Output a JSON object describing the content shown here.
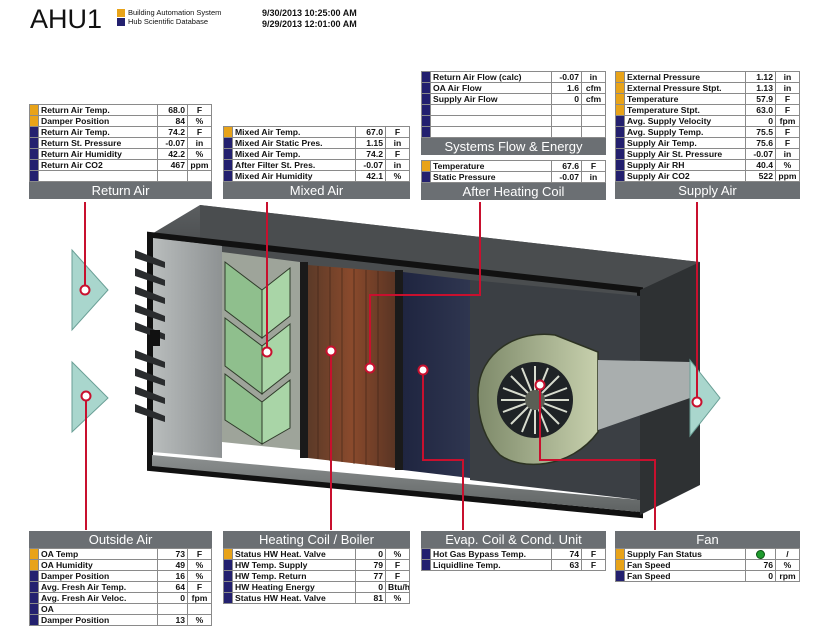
{
  "header": {
    "title": "AHU1",
    "legend_bas": "Building Automation System",
    "legend_hub": "Hub Scientific Database",
    "date_bas": "9/30/2013 10:25:00 AM",
    "date_hub": "9/29/2013 12:01:00 AM"
  },
  "colors": {
    "bas": "#e8a319",
    "hub": "#23206f",
    "bar": "#6b6f73",
    "connector": "#c8102e"
  },
  "return_air": {
    "title": "Return Air",
    "rows": [
      {
        "src": "bas",
        "label": "Return Air Temp.",
        "value": "68.0",
        "unit": "F"
      },
      {
        "src": "bas",
        "label": "Damper Position",
        "value": "84",
        "unit": "%"
      },
      {
        "src": "hub",
        "label": "Return Air Temp.",
        "value": "74.2",
        "unit": "F"
      },
      {
        "src": "hub",
        "label": "Return St. Pressure",
        "value": "-0.07",
        "unit": "in"
      },
      {
        "src": "hub",
        "label": "Return Air Humidity",
        "value": "42.2",
        "unit": "%"
      },
      {
        "src": "hub",
        "label": "Return Air CO2",
        "value": "467",
        "unit": "ppm"
      },
      {
        "src": "hub",
        "label": "",
        "value": "",
        "unit": ""
      }
    ]
  },
  "mixed_air": {
    "title": "Mixed Air",
    "rows": [
      {
        "src": "bas",
        "label": "Mixed Air Temp.",
        "value": "67.0",
        "unit": "F"
      },
      {
        "src": "hub",
        "label": "Mixed Air Static Pres.",
        "value": "1.15",
        "unit": "in"
      },
      {
        "src": "hub",
        "label": "Mixed Air Temp.",
        "value": "74.2",
        "unit": "F"
      },
      {
        "src": "hub",
        "label": "After Filter St. Pres.",
        "value": "-0.07",
        "unit": "in"
      },
      {
        "src": "hub",
        "label": "Mixed Air Humidity",
        "value": "42.1",
        "unit": "%"
      }
    ]
  },
  "systems_flow": {
    "title": "Systems Flow & Energy",
    "rows": [
      {
        "src": "hub",
        "label": "Return Air Flow (calc)",
        "value": "-0.07",
        "unit": "in"
      },
      {
        "src": "hub",
        "label": "OA Air Flow",
        "value": "1.6",
        "unit": "cfm"
      },
      {
        "src": "hub",
        "label": "Supply Air Flow",
        "value": "0",
        "unit": "cfm"
      },
      {
        "src": "hub",
        "label": "",
        "value": "",
        "unit": ""
      },
      {
        "src": "hub",
        "label": "",
        "value": "",
        "unit": ""
      },
      {
        "src": "hub",
        "label": "",
        "value": "",
        "unit": ""
      }
    ]
  },
  "after_heating": {
    "title": "After Heating Coil",
    "rows": [
      {
        "src": "bas",
        "label": "Temperature",
        "value": "67.6",
        "unit": "F"
      },
      {
        "src": "hub",
        "label": "Static Pressure",
        "value": "-0.07",
        "unit": "in"
      }
    ]
  },
  "supply_air": {
    "title": "Supply Air",
    "rows": [
      {
        "src": "bas",
        "label": "External Pressure",
        "value": "1.12",
        "unit": "in"
      },
      {
        "src": "bas",
        "label": "External Pressure Stpt.",
        "value": "1.13",
        "unit": "in"
      },
      {
        "src": "bas",
        "label": "Temperature",
        "value": "57.9",
        "unit": "F"
      },
      {
        "src": "bas",
        "label": "Temperature Stpt.",
        "value": "63.0",
        "unit": "F"
      },
      {
        "src": "hub",
        "label": "Avg. Supply Velocity",
        "value": "0",
        "unit": "fpm"
      },
      {
        "src": "hub",
        "label": "Avg. Supply Temp.",
        "value": "75.5",
        "unit": "F"
      },
      {
        "src": "hub",
        "label": "Supply Air Temp.",
        "value": "75.6",
        "unit": "F"
      },
      {
        "src": "hub",
        "label": "Supply Air St. Pressure",
        "value": "-0.07",
        "unit": "in"
      },
      {
        "src": "hub",
        "label": "Supply Air RH",
        "value": "40.4",
        "unit": "%"
      },
      {
        "src": "hub",
        "label": "Supply Air CO2",
        "value": "522",
        "unit": "ppm"
      }
    ]
  },
  "outside_air": {
    "title": "Outside Air",
    "rows": [
      {
        "src": "bas",
        "label": "OA Temp",
        "value": "73",
        "unit": "F"
      },
      {
        "src": "bas",
        "label": "OA Humidity",
        "value": "49",
        "unit": "%"
      },
      {
        "src": "hub",
        "label": "Damper Position",
        "value": "16",
        "unit": "%"
      },
      {
        "src": "hub",
        "label": "Avg. Fresh Air Temp.",
        "value": "64",
        "unit": "F"
      },
      {
        "src": "hub",
        "label": "Avg. Fresh Air Veloc.",
        "value": "0",
        "unit": "fpm"
      },
      {
        "src": "hub",
        "label": "OA",
        "value": "",
        "unit": ""
      },
      {
        "src": "hub",
        "label": "Damper Position",
        "value": "13",
        "unit": "%"
      }
    ]
  },
  "heating_coil": {
    "title": "Heating Coil / Boiler",
    "rows": [
      {
        "src": "bas",
        "label": "Status HW Heat. Valve",
        "value": "0",
        "unit": "%"
      },
      {
        "src": "hub",
        "label": "HW Temp. Supply",
        "value": "79",
        "unit": "F"
      },
      {
        "src": "hub",
        "label": "HW Temp. Return",
        "value": "77",
        "unit": "F"
      },
      {
        "src": "hub",
        "label": "HW Heating Energy",
        "value": "0",
        "unit": "Btu/h"
      },
      {
        "src": "hub",
        "label": "Status HW Heat. Valve",
        "value": "81",
        "unit": "%"
      }
    ]
  },
  "evap_coil": {
    "title": "Evap. Coil & Cond. Unit",
    "rows": [
      {
        "src": "hub",
        "label": "Hot Gas Bypass Temp.",
        "value": "74",
        "unit": "F"
      },
      {
        "src": "hub",
        "label": "Liquidline Temp.",
        "value": "63",
        "unit": "F"
      }
    ]
  },
  "fan": {
    "title": "Fan",
    "rows": [
      {
        "src": "bas",
        "label": "Supply Fan Status",
        "value": "●",
        "unit": "/"
      },
      {
        "src": "bas",
        "label": "Fan Speed",
        "value": "76",
        "unit": "%"
      },
      {
        "src": "hub",
        "label": "Fan Speed",
        "value": "0",
        "unit": "rpm"
      }
    ]
  }
}
